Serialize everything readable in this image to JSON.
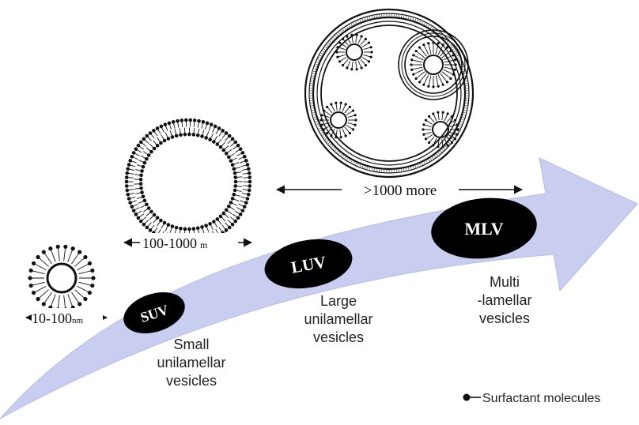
{
  "vesicles": [
    {
      "id": "suv",
      "badge": "SUV",
      "size": "10-100",
      "size_unit": "nm",
      "caption_lines": [
        "Small",
        "unilamellar",
        "vesicles"
      ]
    },
    {
      "id": "luv",
      "badge": "LUV",
      "size": "100-1000",
      "size_unit": "m",
      "caption_lines": [
        "Large",
        "unilamellar",
        "vesicles"
      ]
    },
    {
      "id": "mlv",
      "badge": "MLV",
      "size": ">1000 more",
      "size_unit": "",
      "caption_lines": [
        "Multi",
        "-lamellar",
        "vesicles"
      ]
    }
  ],
  "legend": {
    "label": "Surfactant molecules"
  },
  "colors": {
    "arrow": "#c9cdf0",
    "arrow_edge": "#b6bbe8",
    "badge": "#000000",
    "ink": "#111111"
  }
}
